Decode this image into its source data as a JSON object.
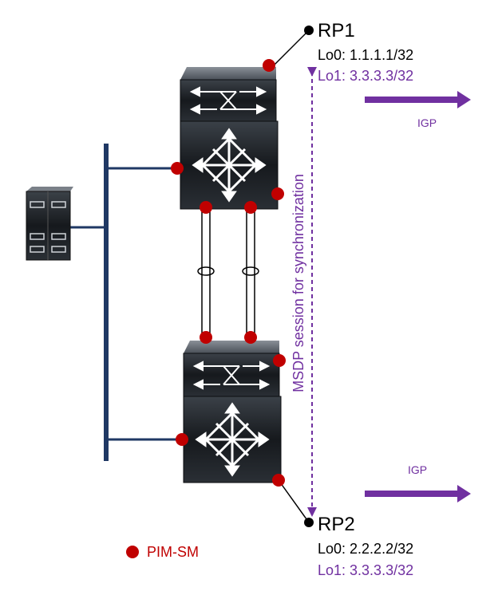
{
  "rp1": {
    "name": "RP1",
    "lo0": "Lo0: 1.1.1.1/32",
    "lo1": "Lo1: 3.3.3.3/32"
  },
  "rp2": {
    "name": "RP2",
    "lo0": "Lo0: 2.2.2.2/32",
    "lo1": "Lo1: 3.3.3.3/32"
  },
  "igp_top": "IGP",
  "igp_bottom": "IGP",
  "msdp_label": "MSDP session for synchronization",
  "legend": {
    "label": "PIM-SM"
  },
  "colors": {
    "pim_dot": "#c00000",
    "purple": "#7030a0",
    "bus": "#1f3864",
    "device_dark": "#1a1e23",
    "text": "#000000"
  }
}
